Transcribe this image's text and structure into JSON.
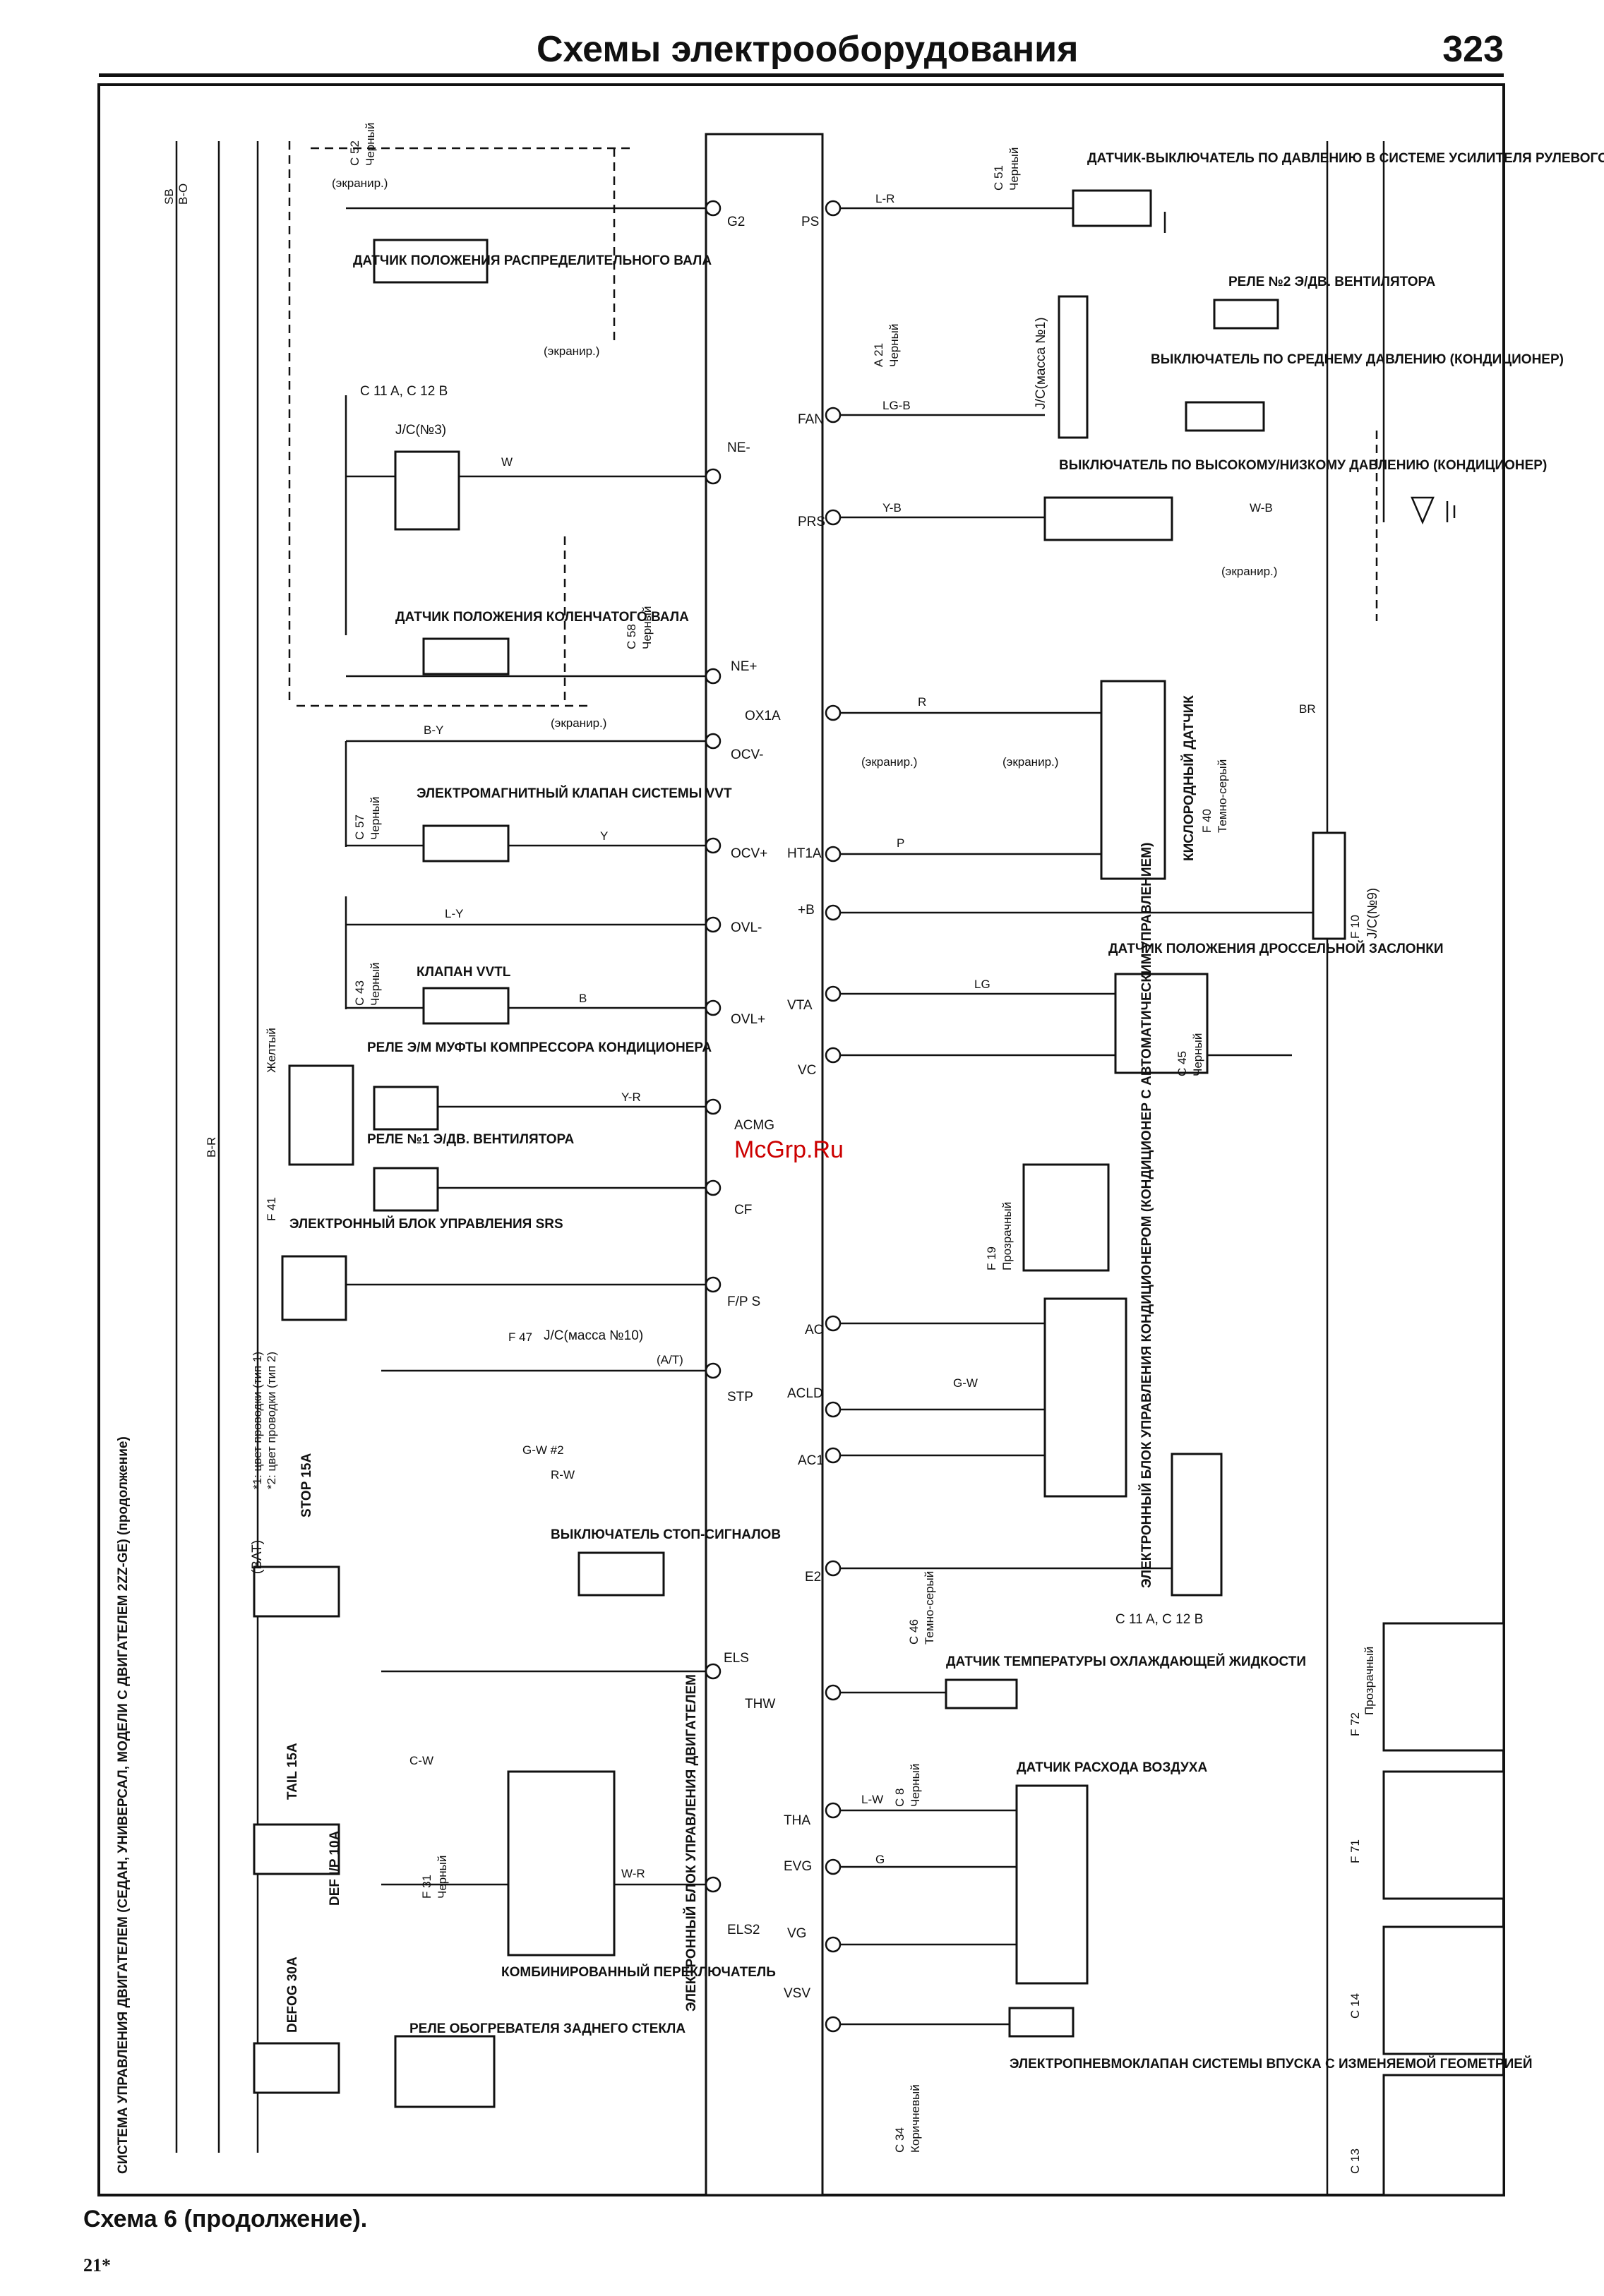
{
  "header": {
    "title": "Схемы электрооборудования",
    "page_number": "323"
  },
  "side_title": "СИСТЕМА УПРАВЛЕНИЯ ДВИГАТЕЛЕМ (СЕДАН, УНИВЕРСАЛ, МОДЕЛИ С ДВИГАТЕЛЕМ 2ZZ-GE) (продолжение)",
  "watermark": "McGrp.Ru",
  "ecu_label": "ЭЛЕКТРОННЫЙ БЛОК УПРАВЛЕНИЯ ДВИГАТЕЛЕМ",
  "components": {
    "ps_switch": "ДАТЧИК-ВЫКЛЮЧАТЕЛЬ ПО ДАВЛЕНИЮ В СИСТЕМЕ УСИЛИТЕЛЯ РУЛЕВОГО УПРАВЛЕНИЯ",
    "fan_relay2": "РЕЛЕ №2 Э/ДВ. ВЕНТИЛЯТОРА",
    "mid_pressure_switch": "ВЫКЛЮЧАТЕЛЬ ПО СРЕДНЕМУ ДАВЛЕНИЮ (КОНДИЦИОНЕР)",
    "hl_pressure_switch": "ВЫКЛЮЧАТЕЛЬ ПО ВЫСОКОМУ/НИЗКОМУ ДАВЛЕНИЮ (КОНДИЦИОНЕР)",
    "cam_sensor": "ДАТЧИК ПОЛОЖЕНИЯ РАСПРЕДЕЛИТЕЛЬНОГО ВАЛА",
    "crank_sensor": "ДАТЧИК ПОЛОЖЕНИЯ КОЛЕНЧАТОГО ВАЛА",
    "vvt_valve": "ЭЛЕКТРОМАГНИТНЫЙ КЛАПАН СИСТЕМЫ VVT",
    "vvtl_valve": "КЛАПАН VVTL",
    "o2_sensor": "КИСЛОРОДНЫЙ ДАТЧИК",
    "throttle_sensor": "ДАТЧИК ПОЛОЖЕНИЯ ДРОССЕЛЬНОЙ ЗАСЛОНКИ",
    "ac_clutch_relay": "РЕЛЕ Э/М МУФТЫ КОМПРЕССОРА КОНДИЦИОНЕРА",
    "fan_relay1": "РЕЛЕ №1 Э/ДВ. ВЕНТИЛЯТОРА",
    "srs_ecu": "ЭЛЕКТРОННЫЙ БЛОК УПРАВЛЕНИЯ SRS",
    "ac_ecu": "ЭЛЕКТРОННЫЙ БЛОК УПРАВЛЕНИЯ КОНДИЦИОНЕРОМ (КОНДИЦИОНЕР С АВТОМАТИЧЕСКИМ УПРАВЛЕНИЕМ)",
    "stop_switch": "ВЫКЛЮЧАТЕЛЬ СТОП-СИГНАЛОВ",
    "coolant_sensor": "ДАТЧИК ТЕМПЕРАТУРЫ ОХЛАЖДАЮЩЕЙ ЖИДКОСТИ",
    "maf_sensor": "ДАТЧИК РАСХОДА ВОЗДУХА",
    "combo_switch": "КОМБИНИРОВАННЫЙ ПЕРЕКЛЮЧАТЕЛЬ",
    "rear_defog_relay": "РЕЛЕ ОБОГРЕВАТЕЛЯ ЗАДНЕГО СТЕКЛА",
    "acis_vsv": "ЭЛЕКТРОПНЕВМОКЛАПАН СИСТЕМЫ ВПУСКА С ИЗМЕНЯЕМОЙ ГЕОМЕТРИЕЙ"
  },
  "fuses": {
    "stop": "STOP 15A",
    "tail": "TAIL 15A",
    "def": "DEF I/P 10A",
    "defog": "DEFOG 30A",
    "bat": "(BAT)"
  },
  "connectors": {
    "c52": "C 52",
    "c52_color": "Черный",
    "c51": "C 51",
    "c51_color": "Черный",
    "a21": "A 21",
    "a21_color": "Черный",
    "c58": "C 58",
    "c58_color": "Черный",
    "c57": "C 57",
    "c57_color": "Черный",
    "c43": "C 43",
    "c43_color": "Черный",
    "f40": "F 40",
    "f40_color": "Темно-серый",
    "c45": "C 45",
    "c45_color": "Черный",
    "f41": "F 41",
    "f41_color": "Желтый",
    "f19": "F 19",
    "f19_color": "Прозрачный",
    "c46": "C 46",
    "c46_color": "Темно-серый",
    "c8": "C 8",
    "c8_color": "Черный",
    "f31": "F 31",
    "f31_color": "Черный",
    "c34": "C 34",
    "c34_color": "Коричневый",
    "f72": "F 72",
    "f71": "F 71",
    "c14": "C 14",
    "c13": "C 13",
    "transparent": "Прозрачный",
    "f10": "F 10",
    "f47": "F 47"
  },
  "junctions": {
    "jc3": "J/C(№3)",
    "jc9": "J/C(№9)",
    "jc_mass1": "J/C(масса №1)",
    "jc_mass10": "J/C(масса №10)",
    "c11c12": "C 11 A, C 12 B",
    "c11c12b": "C 11 A, C 12 B"
  },
  "ecu_terminals": [
    "G2",
    "PS",
    "FAN",
    "NE-",
    "PRS",
    "NE+",
    "OX1A",
    "OCV-",
    "OCV+",
    "HT1A",
    "OVL-",
    "+B",
    "VTA",
    "OVL+",
    "VC",
    "ACMG",
    "CF",
    "F/P S",
    "STP",
    "AC",
    "ACLD",
    "AC1",
    "E2",
    "ELS",
    "THW",
    "THA",
    "EVG",
    "VG",
    "ELS2",
    "VSV"
  ],
  "wire_colors": [
    "L-R",
    "LG-B",
    "Y-B",
    "W-B",
    "BR",
    "B-Y",
    "Y",
    "P",
    "L-Y",
    "LG",
    "B",
    "W",
    "R",
    "B-R",
    "G-W",
    "R-W",
    "W-R",
    "L-W",
    "G",
    "Y-R",
    "C-W",
    "SB",
    "B-O",
    "G-W #2"
  ],
  "notes": {
    "note1": "*1: цвет проводки (тип 1)",
    "note2": "*2: цвет проводки (тип 2)",
    "shield": "(экранир.)",
    "at": "(A/T)"
  },
  "footer": {
    "caption": "Схема 6 (продолжение).",
    "marker": "21*"
  }
}
